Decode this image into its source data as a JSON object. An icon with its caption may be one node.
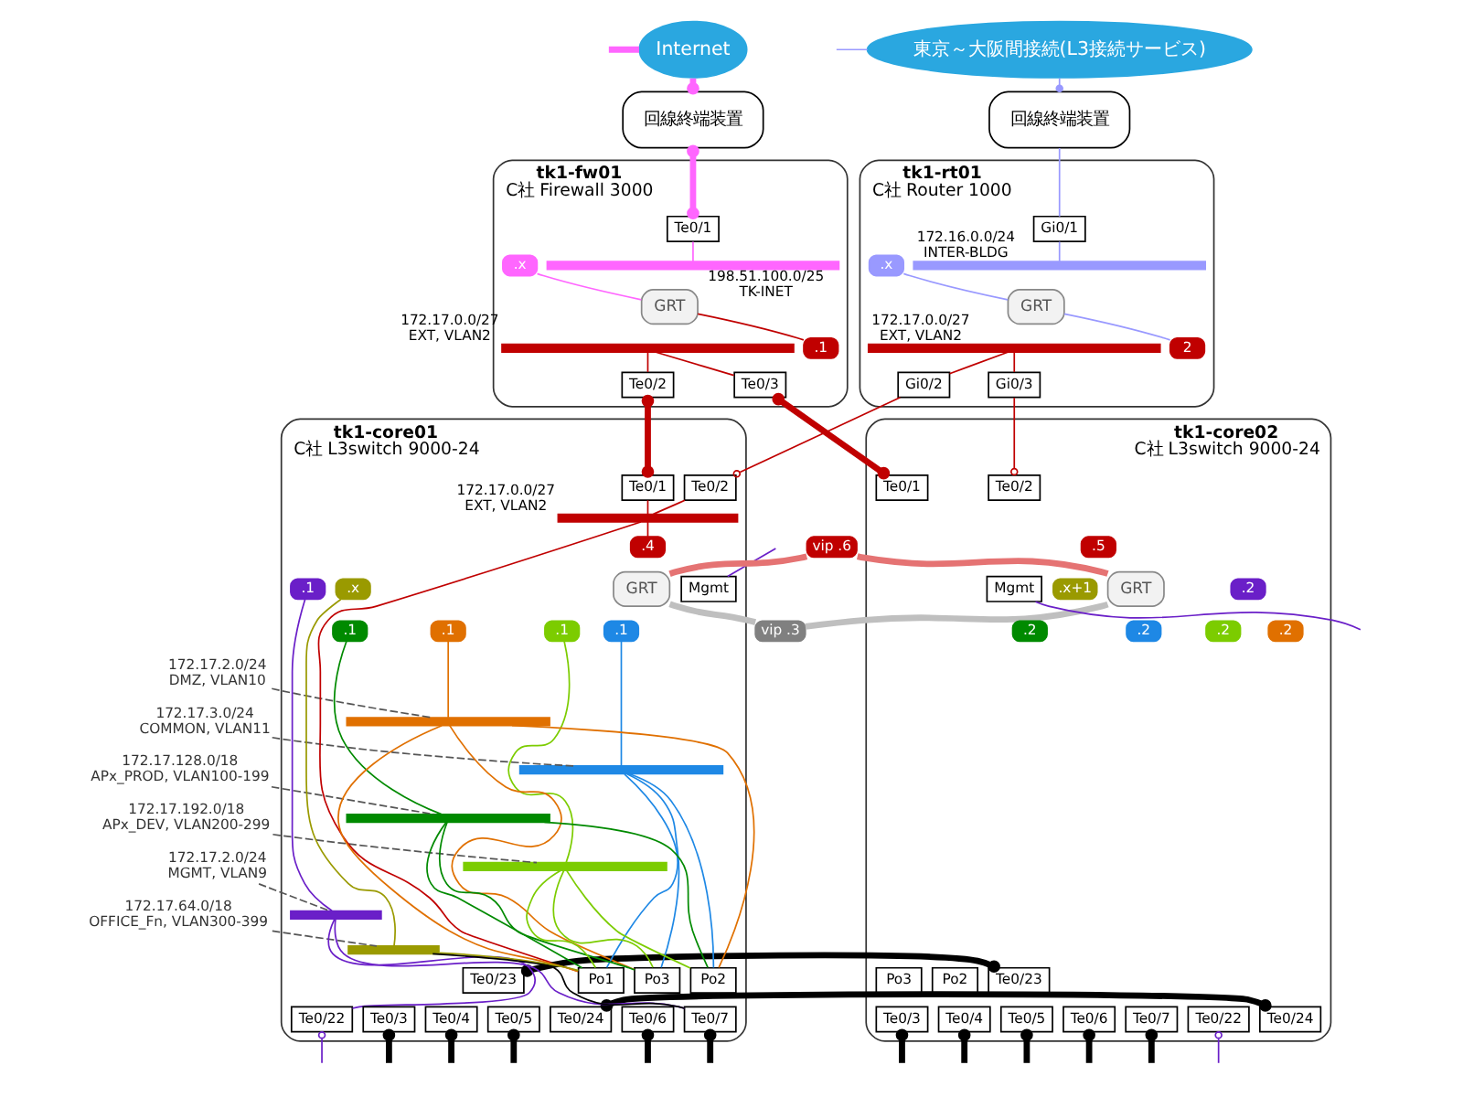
{
  "diagram": {
    "nodes": [
      {
        "text": [
          "Internet"
        ]
      },
      {
        "text": [
          "東京～大阪間接続(L3接続サービス)"
        ]
      },
      {
        "text": [
          "回線終端装置"
        ]
      },
      {
        "text": [
          "回線終端装置"
        ]
      },
      {
        "text": [
          "tk1-fw01",
          "C社 Firewall 3000"
        ]
      },
      {
        "text": [
          "Te0/1"
        ],
        "in": 4
      },
      {
        "text": [],
        "shape": "bar",
        "in": 4,
        "beside": [
          "198.51.100.0/25 TK-INET"
        ]
      },
      {
        "text": [
          ".x"
        ],
        "in": 4
      },
      {
        "text": [
          "GRT"
        ],
        "in": 4
      },
      {
        "text": [
          ".1"
        ],
        "in": 4
      },
      {
        "text": [],
        "shape": "bar",
        "in": 4,
        "beside": [
          "172.17.0.0/27 EXT, VLAN2"
        ]
      },
      {
        "text": [
          "Te0/2"
        ],
        "in": 4
      },
      {
        "text": [
          "Te0/3"
        ],
        "in": 4
      },
      {
        "text": [
          "tk1-rt01",
          "C社 Router 1000"
        ]
      },
      {
        "text": [
          "Gi0/1"
        ],
        "in": 13
      },
      {
        "text": [],
        "shape": "bar",
        "in": 13,
        "beside": [
          "172.16.0.0/24 INTER-BLDG"
        ]
      },
      {
        "text": [
          ".x"
        ],
        "in": 13
      },
      {
        "text": [
          "GRT"
        ],
        "in": 13
      },
      {
        "text": [
          "2"
        ],
        "in": 13
      },
      {
        "text": [],
        "shape": "bar",
        "in": 13,
        "beside": [
          "172.17.0.0/27 EXT, VLAN2"
        ]
      },
      {
        "text": [
          "Gi0/2"
        ],
        "in": 13
      },
      {
        "text": [
          "Gi0/3"
        ],
        "in": 13
      },
      {
        "text": [
          "tk1-core01",
          "C社 L3switch 9000-24"
        ]
      },
      {
        "text": [
          "Te0/1"
        ],
        "in": 22
      },
      {
        "text": [
          "Te0/2"
        ],
        "in": 22
      },
      {
        "text": [],
        "shape": "bar",
        "in": 22,
        "beside": [
          "172.17.0.0/27 EXT, VLAN2"
        ]
      },
      {
        "text": [
          ".4"
        ],
        "in": 22
      },
      {
        "text": [
          "Mgmt"
        ],
        "in": 22
      },
      {
        "text": [
          ".1"
        ],
        "in": 22
      },
      {
        "text": [
          "GRT"
        ],
        "in": 22
      },
      {
        "text": [
          ".x"
        ],
        "in": 22
      },
      {
        "text": [
          ".1"
        ],
        "in": 22
      },
      {
        "text": [
          ".1"
        ],
        "in": 22
      },
      {
        "text": [
          ".1"
        ],
        "in": 22
      },
      {
        "text": [
          ".1"
        ],
        "in": 22
      },
      {
        "text": [
          "Po1"
        ],
        "in": 22
      },
      {
        "text": [
          "Te0/23"
        ],
        "in": 22
      },
      {
        "text": [
          "Te0/24"
        ],
        "in": 22
      },
      {
        "text": [],
        "shape": "bar",
        "in": 22
      },
      {
        "text": [],
        "shape": "bar",
        "in": 22
      },
      {
        "text": [],
        "shape": "bar",
        "in": 22
      },
      {
        "text": [],
        "shape": "bar",
        "in": 22
      },
      {
        "text": [],
        "shape": "bar",
        "in": 22
      },
      {
        "text": [],
        "shape": "bar",
        "in": 22
      },
      {
        "text": [
          "Po2"
        ],
        "in": 22
      },
      {
        "text": [
          "Po3"
        ],
        "in": 22
      },
      {
        "text": [
          "Te0/22"
        ],
        "in": 22
      },
      {
        "text": [
          "Te0/3"
        ],
        "in": 22
      },
      {
        "text": [
          "Te0/4"
        ],
        "in": 22
      },
      {
        "text": [
          "Te0/5"
        ],
        "in": 22
      },
      {
        "text": [
          "Te0/6"
        ],
        "in": 22
      },
      {
        "text": [
          "Te0/7"
        ],
        "in": 22
      },
      {
        "text": [
          "172.17.2.0/24 DMZ, VLAN10"
        ]
      },
      {
        "text": [
          "172.17.3.0/24 COMMON, VLAN11"
        ]
      },
      {
        "text": [
          "172.17.128.0/18 APx_PROD, VLAN100-199"
        ]
      },
      {
        "text": [
          "172.17.192.0/18 APx_DEV, VLAN200-299"
        ]
      },
      {
        "text": [
          "172.17.2.0/24 MGMT, VLAN9"
        ]
      },
      {
        "text": [
          "172.17.64.0/18 OFFICE_Fn, VLAN300-399"
        ]
      },
      {
        "text": [
          "vip .6"
        ]
      },
      {
        "text": [
          "vip .3"
        ]
      },
      {
        "text": [
          "tk1-core02",
          "C社 L3switch 9000-24"
        ]
      },
      {
        "text": [
          "Te0/1"
        ],
        "in": 60
      },
      {
        "text": [
          "Te0/2"
        ],
        "in": 60
      },
      {
        "text": [
          ".5"
        ],
        "in": 60
      },
      {
        "text": [
          ".2"
        ],
        "in": 60
      },
      {
        "text": [
          "GRT"
        ],
        "in": 60
      },
      {
        "text": [
          ".x+1"
        ],
        "in": 60
      },
      {
        "text": [
          "Mgmt"
        ],
        "in": 60
      },
      {
        "text": [
          ".2"
        ],
        "in": 60
      },
      {
        "text": [
          ".2"
        ],
        "in": 60
      },
      {
        "text": [
          ".2"
        ],
        "in": 60
      },
      {
        "text": [
          ".2"
        ],
        "in": 60
      },
      {
        "text": [
          "Te0/23"
        ],
        "in": 60
      },
      {
        "text": [
          "Te0/24"
        ],
        "in": 60
      },
      {
        "text": [
          "Po2"
        ],
        "in": 60
      },
      {
        "text": [
          "Po3"
        ],
        "in": 60
      },
      {
        "text": [
          "Te0/3"
        ],
        "in": 60
      },
      {
        "text": [
          "Te0/4"
        ],
        "in": 60
      },
      {
        "text": [
          "Te0/5"
        ],
        "in": 60
      },
      {
        "text": [
          "Te0/6"
        ],
        "in": 60
      },
      {
        "text": [
          "Te0/7"
        ],
        "in": 60
      },
      {
        "text": [
          "Te0/22"
        ],
        "in": 60
      }
    ],
    "edges": [
      {
        "from": null,
        "to": 0,
        "arrow": "none",
        "style": "thick",
        "color": "#ff66ff"
      },
      {
        "from": 0,
        "to": 2,
        "arrow": "other",
        "style": "thick",
        "color": "#ff66ff"
      },
      {
        "from": 2,
        "to": 5,
        "arrow": "other",
        "style": "thick",
        "color": "#ff66ff"
      },
      {
        "from": null,
        "to": 1,
        "arrow": "none",
        "color": "#9999ff"
      },
      {
        "from": 1,
        "to": 3,
        "arrow": "other",
        "color": "#9999ff"
      },
      {
        "from": 3,
        "to": 14,
        "arrow": "none",
        "color": "#9999ff"
      },
      {
        "from": 5,
        "to": 6,
        "arrow": "none",
        "color": "#ff66ff"
      },
      {
        "from": 7,
        "to": 8,
        "arrow": "none",
        "color": "#ff66ff"
      },
      {
        "from": 8,
        "to": 9,
        "arrow": "none",
        "color": "#c00000"
      },
      {
        "from": 10,
        "to": 11,
        "arrow": "none",
        "color": "#c00000"
      },
      {
        "from": 10,
        "to": 12,
        "arrow": "none",
        "color": "#c00000"
      },
      {
        "from": 14,
        "to": 15,
        "arrow": "none",
        "color": "#9999ff"
      },
      {
        "from": 16,
        "to": 17,
        "arrow": "none",
        "color": "#9999ff"
      },
      {
        "from": 17,
        "to": 18,
        "arrow": "none",
        "color": "#9999ff"
      },
      {
        "from": 19,
        "to": 20,
        "arrow": "none",
        "color": "#c00000"
      },
      {
        "from": 19,
        "to": 21,
        "arrow": "none",
        "color": "#c00000"
      },
      {
        "from": 11,
        "to": 23,
        "arrow": "other",
        "style": "thick",
        "color": "#c00000"
      },
      {
        "from": 12,
        "to": 61,
        "arrow": "other",
        "style": "thick",
        "color": "#c00000"
      },
      {
        "from": 20,
        "to": 24,
        "arrow": "other",
        "color": "#c00000"
      },
      {
        "from": 21,
        "to": 62,
        "arrow": "other",
        "color": "#c00000"
      },
      {
        "from": 23,
        "to": 25,
        "arrow": "none",
        "color": "#c00000"
      },
      {
        "from": 24,
        "to": 25,
        "arrow": "none",
        "color": "#c00000"
      },
      {
        "from": 25,
        "to": 26,
        "arrow": "none",
        "color": "#c00000"
      },
      {
        "from": 25,
        "to": 35,
        "arrow": "none",
        "color": "#c00000"
      },
      {
        "from": 28,
        "to": 42,
        "arrow": "none",
        "color": "#6a1fc8"
      },
      {
        "from": 31,
        "to": 38,
        "arrow": "none",
        "color": "#e07000"
      },
      {
        "from": 33,
        "to": 39,
        "arrow": "none",
        "color": "#1e88e5"
      },
      {
        "from": 34,
        "to": 40,
        "arrow": "none",
        "color": "#008a00"
      },
      {
        "from": 32,
        "to": 41,
        "arrow": "none",
        "color": "#7ccc00"
      },
      {
        "from": 30,
        "to": 43,
        "arrow": "none",
        "color": "#9a9a00"
      },
      {
        "from": 38,
        "to": 35,
        "arrow": "none",
        "color": "#e07000"
      },
      {
        "from": 39,
        "to": 35,
        "arrow": "none",
        "color": "#1e88e5"
      },
      {
        "from": 40,
        "to": 35,
        "arrow": "none",
        "color": "#008a00"
      },
      {
        "from": 41,
        "to": 35,
        "arrow": "none",
        "color": "#7ccc00"
      },
      {
        "from": 43,
        "to": 35,
        "arrow": "none",
        "color": "#9a9a00"
      },
      {
        "from": 38,
        "to": 44,
        "arrow": "none",
        "color": "#e07000"
      },
      {
        "from": 39,
        "to": 44,
        "arrow": "none",
        "color": "#1e88e5"
      },
      {
        "from": 40,
        "to": 44,
        "arrow": "none",
        "color": "#008a00"
      },
      {
        "from": 41,
        "to": 44,
        "arrow": "none",
        "color": "#7ccc00"
      },
      {
        "from": 38,
        "to": 45,
        "arrow": "none",
        "color": "#e07000"
      },
      {
        "from": 39,
        "to": 45,
        "arrow": "none",
        "color": "#1e88e5"
      },
      {
        "from": 40,
        "to": 45,
        "arrow": "none",
        "color": "#008a00"
      },
      {
        "from": 41,
        "to": 45,
        "arrow": "none",
        "color": "#7ccc00"
      },
      {
        "from": 42,
        "to": 46,
        "arrow": "none",
        "color": "#6a1fc8"
      },
      {
        "from": 42,
        "to": 51,
        "arrow": "none",
        "color": "#6a1fc8"
      },
      {
        "from": 43,
        "to": 51,
        "arrow": "none",
        "color": "#000000"
      },
      {
        "from": null,
        "to": 27,
        "arrow": "none",
        "color": "#6a1fc8"
      },
      {
        "from": 46,
        "to": null,
        "arrow": "other",
        "color": "#6a1fc8"
      },
      {
        "from": 47,
        "to": null,
        "arrow": "other",
        "style": "thick",
        "color": "#000000"
      },
      {
        "from": 48,
        "to": null,
        "arrow": "other",
        "style": "thick",
        "color": "#000000"
      },
      {
        "from": 49,
        "to": null,
        "arrow": "other",
        "style": "thick",
        "color": "#000000"
      },
      {
        "from": 50,
        "to": null,
        "arrow": "other",
        "style": "thick",
        "color": "#000000"
      },
      {
        "from": 51,
        "to": null,
        "arrow": "other",
        "style": "thick",
        "color": "#000000"
      },
      {
        "from": 36,
        "to": 72,
        "arrow": "other",
        "style": "thick",
        "color": "#000000"
      },
      {
        "from": 37,
        "to": 73,
        "arrow": "other",
        "style": "thick",
        "color": "#000000"
      },
      {
        "from": 29,
        "to": 58,
        "arrow": "none",
        "style": "thick",
        "color": "#e57373"
      },
      {
        "from": 58,
        "to": 65,
        "arrow": "none",
        "style": "thick",
        "color": "#e57373"
      },
      {
        "from": 29,
        "to": 59,
        "arrow": "none",
        "style": "thick",
        "color": "#bfbfbf"
      },
      {
        "from": 59,
        "to": 65,
        "arrow": "none",
        "style": "thick",
        "color": "#bfbfbf"
      },
      {
        "from": 52,
        "to": 38,
        "arrow": "none",
        "style": "dashed",
        "color": "#555555"
      },
      {
        "from": 53,
        "to": 39,
        "arrow": "none",
        "style": "dashed",
        "color": "#555555"
      },
      {
        "from": 54,
        "to": 40,
        "arrow": "none",
        "style": "dashed",
        "color": "#555555"
      },
      {
        "from": 55,
        "to": 41,
        "arrow": "none",
        "style": "dashed",
        "color": "#555555"
      },
      {
        "from": 56,
        "to": 42,
        "arrow": "none",
        "style": "dashed",
        "color": "#555555"
      },
      {
        "from": 57,
        "to": 43,
        "arrow": "none",
        "style": "dashed",
        "color": "#555555"
      },
      {
        "from": 67,
        "to": null,
        "arrow": "none",
        "color": "#6a1fc8"
      },
      {
        "from": 81,
        "to": null,
        "arrow": "other",
        "color": "#6a1fc8"
      },
      {
        "from": 76,
        "to": null,
        "arrow": "other",
        "style": "thick",
        "color": "#000000"
      },
      {
        "from": 77,
        "to": null,
        "arrow": "other",
        "style": "thick",
        "color": "#000000"
      },
      {
        "from": 78,
        "to": null,
        "arrow": "other",
        "style": "thick",
        "color": "#000000"
      },
      {
        "from": 79,
        "to": null,
        "arrow": "other",
        "style": "thick",
        "color": "#000000"
      },
      {
        "from": 80,
        "to": null,
        "arrow": "other",
        "style": "thick",
        "color": "#000000"
      }
    ]
  }
}
